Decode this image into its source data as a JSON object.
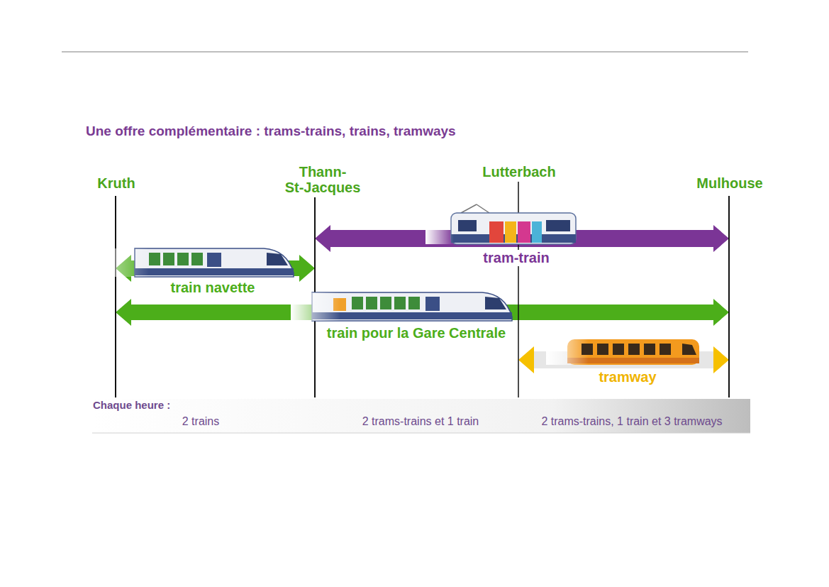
{
  "diagram": {
    "title": "Une offre complémentaire : trams-trains, trains, tramways",
    "nodes": [
      {
        "text": [
          "Kruth"
        ]
      },
      {
        "text": [
          "Thann- St-Jacques"
        ]
      },
      {
        "text": [
          "Lutterbach"
        ]
      },
      {
        "text": [
          "Mulhouse"
        ]
      }
    ],
    "edges": [
      {
        "from": 1,
        "to": 3,
        "label": "tram-train",
        "arrow": "both"
      },
      {
        "from": 0,
        "to": 1,
        "label": "train navette",
        "arrow": "both"
      },
      {
        "from": 0,
        "to": 3,
        "label": "train pour la Gare Centrale",
        "arrow": "both"
      },
      {
        "from": 2,
        "to": 3,
        "label": "tramway",
        "arrow": "both"
      }
    ],
    "labels": [
      "Chaque heure :",
      "2 trains",
      "2 trams-trains et 1 train",
      "2 trams-trains, 1 train et 3 tramways"
    ]
  }
}
